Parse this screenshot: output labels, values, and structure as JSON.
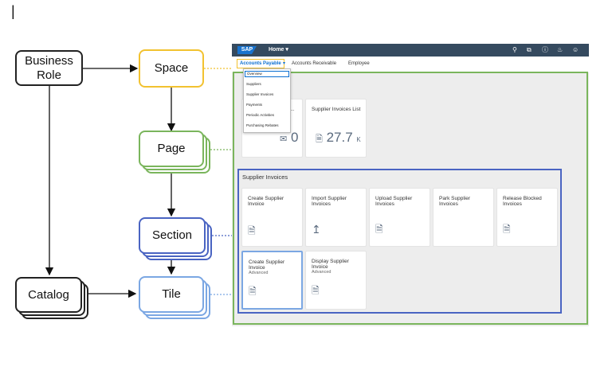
{
  "colors": {
    "space": "#f2c230",
    "page": "#7ab55c",
    "section": "#4a64c2",
    "tile": "#7ba7e3",
    "dark": "#222222",
    "shellbar": "#354a5f",
    "link": "#0a6ed1"
  },
  "diagram": {
    "business_role": "Business\nRole",
    "space": "Space",
    "page": "Page",
    "section": "Section",
    "tile": "Tile",
    "catalog": "Catalog"
  },
  "shell": {
    "logo": "SAP",
    "home_label": "Home ▾",
    "icons": [
      "search-icon",
      "copy-icon",
      "help-icon",
      "bell-icon",
      "user-icon"
    ]
  },
  "tabs": [
    "Accounts Payable",
    "Accounts Receivable",
    "Employee"
  ],
  "dropdown": [
    "Overview",
    "Suppliers",
    "Supplier Invoices",
    "Payments",
    "Periodic Activities",
    "Purchasing Rebates"
  ],
  "top_tiles": [
    {
      "title": "Supplier Invoices List",
      "kpi": "27.7",
      "unit": "K"
    },
    {
      "title": "...",
      "kpi": "0"
    }
  ],
  "section": {
    "title": "Supplier Invoices",
    "row1": [
      {
        "title": "Create Supplier Invoice"
      },
      {
        "title": "Import Supplier Invoices"
      },
      {
        "title": "Upload Supplier Invoices"
      },
      {
        "title": "Park Supplier Invoices"
      },
      {
        "title": "Release Blocked Invoices"
      }
    ],
    "row2": [
      {
        "title": "Create Supplier Invoice",
        "subtitle": "Advanced"
      },
      {
        "title": "Display Supplier Invoice",
        "subtitle": "Advanced"
      }
    ]
  },
  "cursor": "|"
}
